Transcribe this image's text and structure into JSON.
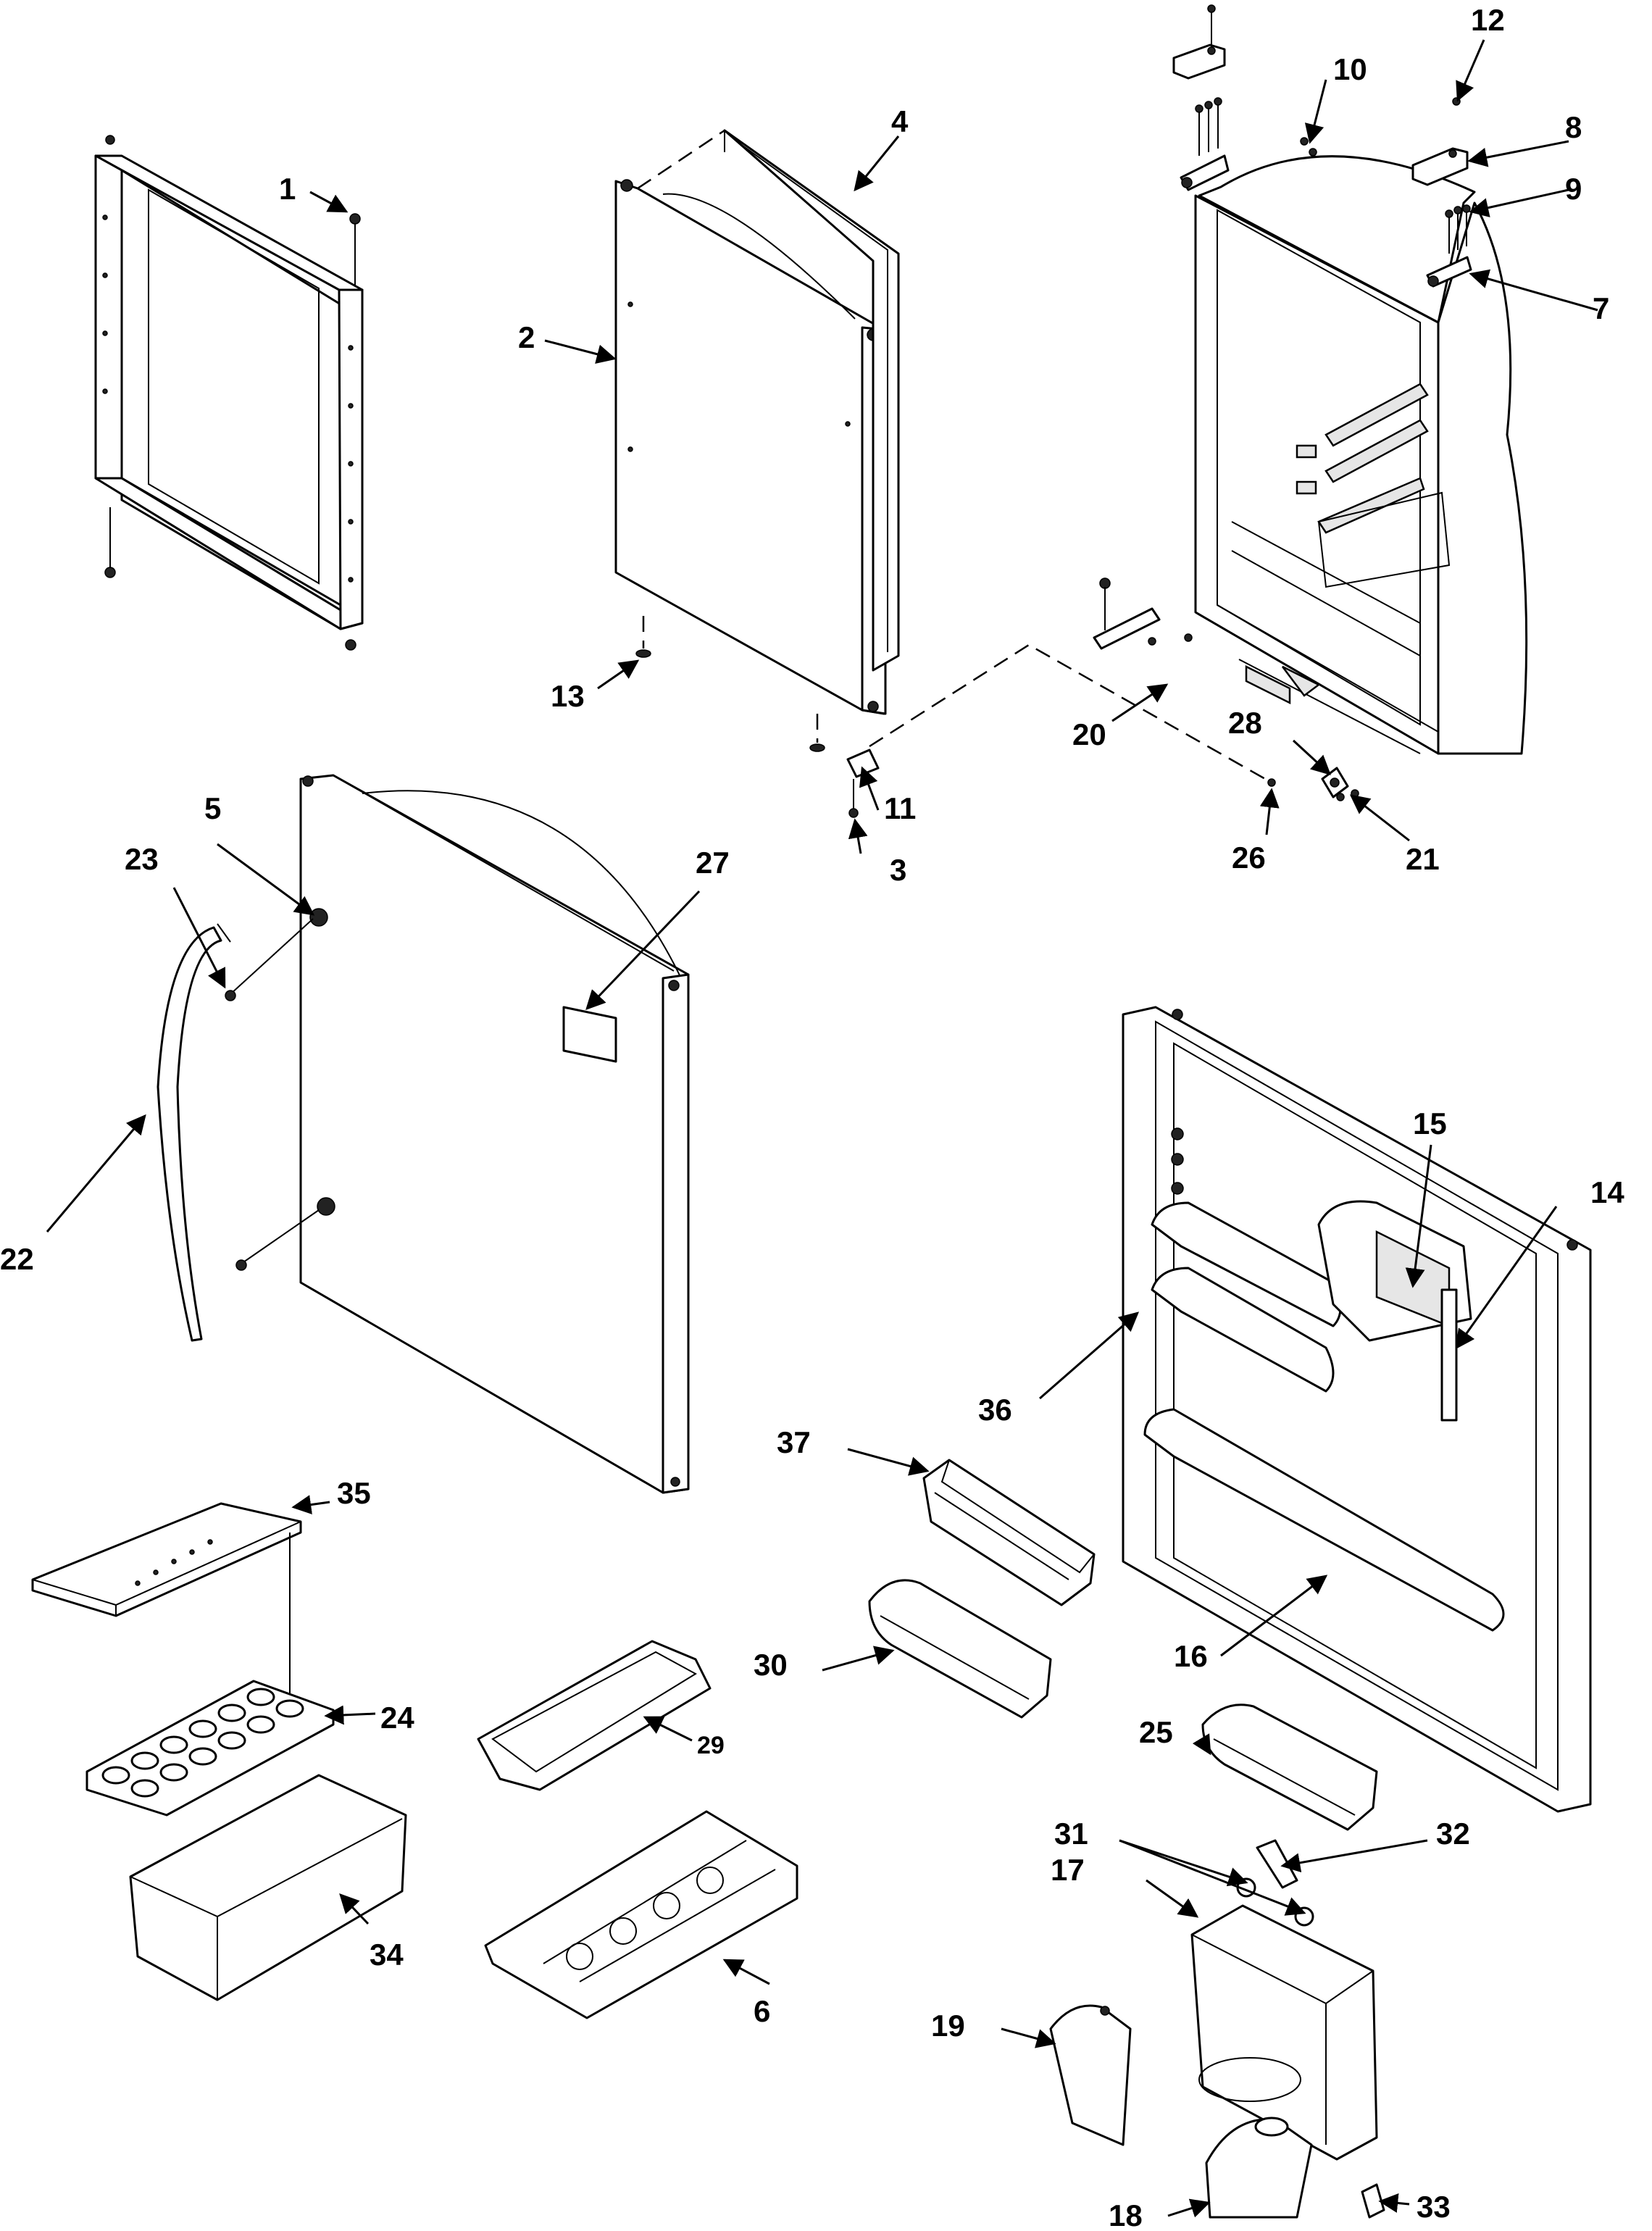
{
  "callouts": [
    {
      "id": "c1",
      "text": "1"
    },
    {
      "id": "c2",
      "text": "2"
    },
    {
      "id": "c3",
      "text": "3"
    },
    {
      "id": "c4",
      "text": "4"
    },
    {
      "id": "c5",
      "text": "5"
    },
    {
      "id": "c6",
      "text": "6"
    },
    {
      "id": "c7",
      "text": "7"
    },
    {
      "id": "c8",
      "text": "8"
    },
    {
      "id": "c9",
      "text": "9"
    },
    {
      "id": "c10",
      "text": "10"
    },
    {
      "id": "c11",
      "text": "11"
    },
    {
      "id": "c12",
      "text": "12"
    },
    {
      "id": "c13",
      "text": "13"
    },
    {
      "id": "c14",
      "text": "14"
    },
    {
      "id": "c15",
      "text": "15"
    },
    {
      "id": "c16",
      "text": "16"
    },
    {
      "id": "c17",
      "text": "17"
    },
    {
      "id": "c18",
      "text": "18"
    },
    {
      "id": "c19",
      "text": "19"
    },
    {
      "id": "c20",
      "text": "20"
    },
    {
      "id": "c21",
      "text": "21"
    },
    {
      "id": "c22",
      "text": "22"
    },
    {
      "id": "c23",
      "text": "23"
    },
    {
      "id": "c24",
      "text": "24"
    },
    {
      "id": "c25",
      "text": "25"
    },
    {
      "id": "c26",
      "text": "26"
    },
    {
      "id": "c27",
      "text": "27"
    },
    {
      "id": "c28",
      "text": "28"
    },
    {
      "id": "c29",
      "text": "29"
    },
    {
      "id": "c30",
      "text": "30"
    },
    {
      "id": "c31",
      "text": "31"
    },
    {
      "id": "c32",
      "text": "32"
    },
    {
      "id": "c33",
      "text": "33"
    },
    {
      "id": "c34",
      "text": "34"
    },
    {
      "id": "c35",
      "text": "35"
    },
    {
      "id": "c36",
      "text": "36"
    },
    {
      "id": "c37",
      "text": "37"
    }
  ]
}
